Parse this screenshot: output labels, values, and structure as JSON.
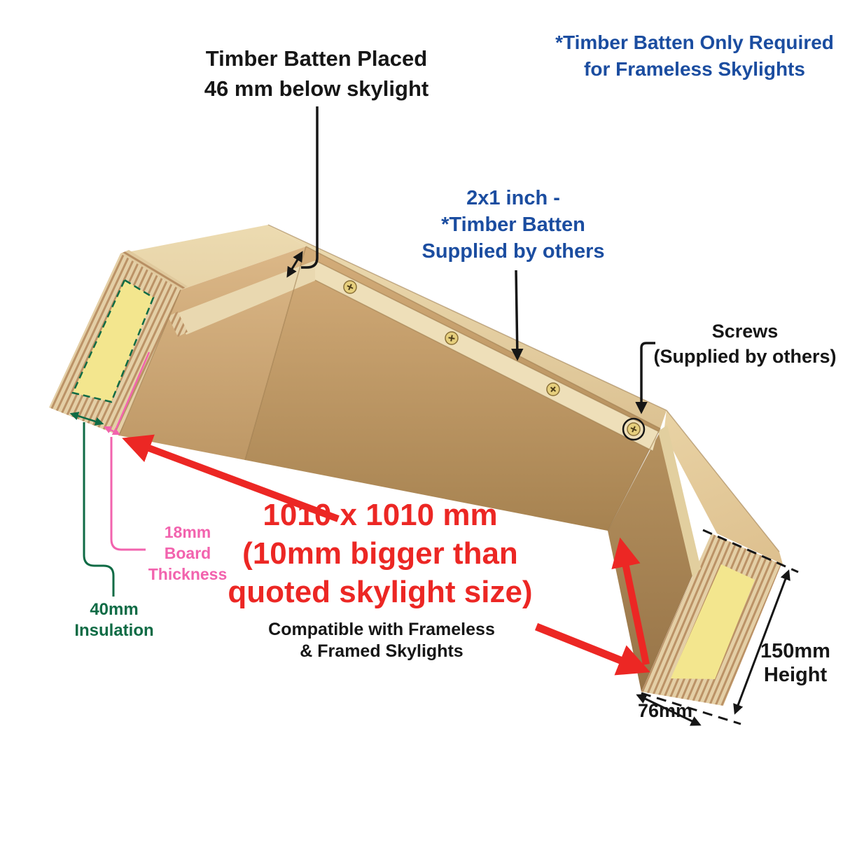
{
  "figure": {
    "alt": "Wooden insulated skylight upstand section with timber batten, screws and dimension annotations"
  },
  "colors": {
    "text_black": "#161616",
    "note_blue": "#1b4da0",
    "size_red": "#ec2724",
    "board_pink": "#f263ae",
    "insulation_green": "#0f6b45",
    "wood_light": "#e8d3a6",
    "wood_mid": "#cfa876",
    "wood_dark": "#a5814f",
    "insulation_yellow": "#f3e68e",
    "batten_cream": "#eedfb9"
  },
  "labels": {
    "batten_placement": {
      "lines": [
        "Timber Batten Placed",
        "46 mm below skylight"
      ]
    },
    "frameless_note": {
      "lines": [
        "*Timber Batten Only Required",
        "for Frameless Skylights"
      ]
    },
    "batten_spec": {
      "lines": [
        "2x1 inch -",
        "*Timber Batten",
        "Supplied by others"
      ]
    },
    "screws": {
      "lines": [
        "Screws",
        "(Supplied by others)"
      ]
    },
    "size": {
      "lines": [
        "1010 x 1010 mm",
        "(10mm bigger than",
        "quoted skylight size)"
      ]
    },
    "compatibility": {
      "lines": [
        "Compatible with Frameless",
        "& Framed Skylights"
      ]
    },
    "board_thickness": {
      "lines": [
        "18mm",
        "Board",
        "Thickness"
      ]
    },
    "insulation": {
      "lines": [
        "40mm",
        "Insulation"
      ]
    },
    "height": {
      "lines": [
        "150mm",
        "Height"
      ]
    },
    "width": {
      "value": "76mm"
    }
  }
}
